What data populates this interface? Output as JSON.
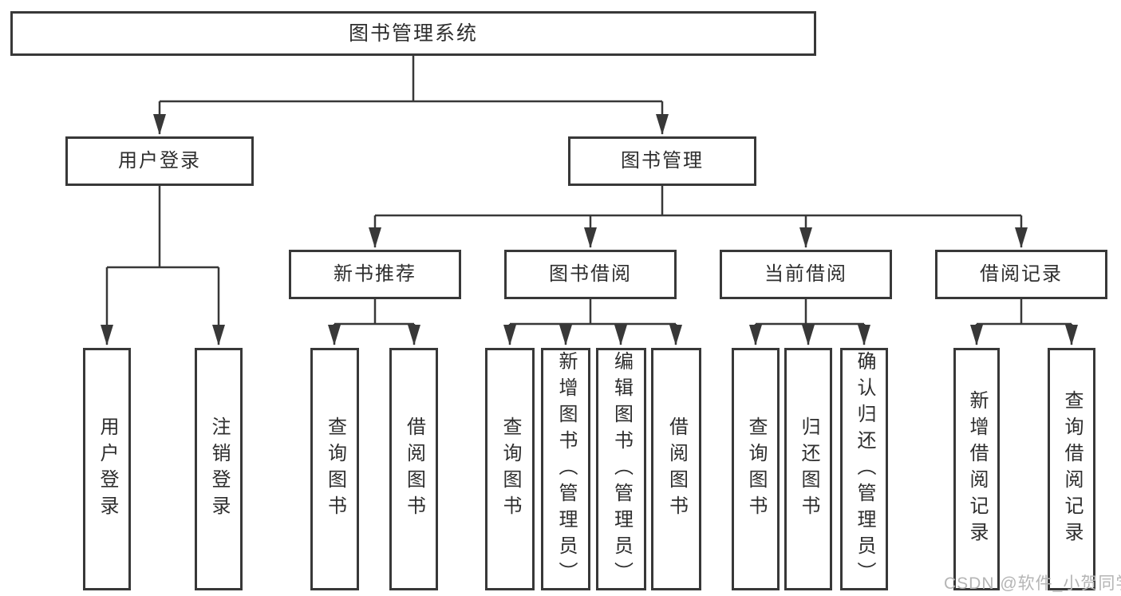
{
  "title": "图书管理系统",
  "watermark": "CSDN @软件_小贺同学",
  "colors": {
    "line": "#383838",
    "box_border": "#383838",
    "box_background": "#ffffff",
    "text": "#2e2e2e",
    "watermark": "#b5b5b5",
    "page_background": "#ffffff"
  },
  "nodes": {
    "root": {
      "label": "图书管理系统"
    },
    "user_login": {
      "label": "用户登录"
    },
    "book_management": {
      "label": "图书管理"
    },
    "user_login_action": {
      "label": "用户登录"
    },
    "logout_action": {
      "label": "注销登录"
    },
    "new_book_recommend": {
      "label": "新书推荐"
    },
    "book_borrowing": {
      "label": "图书借阅"
    },
    "current_borrowing": {
      "label": "当前借阅"
    },
    "borrowing_records": {
      "label": "借阅记录"
    },
    "nbr_query_books": {
      "label": "查询图书"
    },
    "nbr_borrow_books": {
      "label": "借阅图书"
    },
    "bb_query_books": {
      "label": "查询图书"
    },
    "bb_add_books": {
      "label": "新增图书（管理员）"
    },
    "bb_edit_books": {
      "label": "编辑图书（管理员）"
    },
    "bb_borrow_books": {
      "label": "借阅图书"
    },
    "cb_query_books": {
      "label": "查询图书"
    },
    "cb_return_books": {
      "label": "归还图书"
    },
    "cb_confirm_return": {
      "label": "确认归还（管理员）"
    },
    "br_add_record": {
      "label": "新增借阅记录"
    },
    "br_query_record": {
      "label": "查询借阅记录"
    }
  },
  "hierarchy": {
    "图书管理系统": {
      "用户登录": [
        "用户登录",
        "注销登录"
      ],
      "图书管理": {
        "新书推荐": [
          "查询图书",
          "借阅图书"
        ],
        "图书借阅": [
          "查询图书",
          "新增图书（管理员）",
          "编辑图书（管理员）",
          "借阅图书"
        ],
        "当前借阅": [
          "查询图书",
          "归还图书",
          "确认归还（管理员）"
        ],
        "借阅记录": [
          "新增借阅记录",
          "查询借阅记录"
        ]
      }
    }
  }
}
